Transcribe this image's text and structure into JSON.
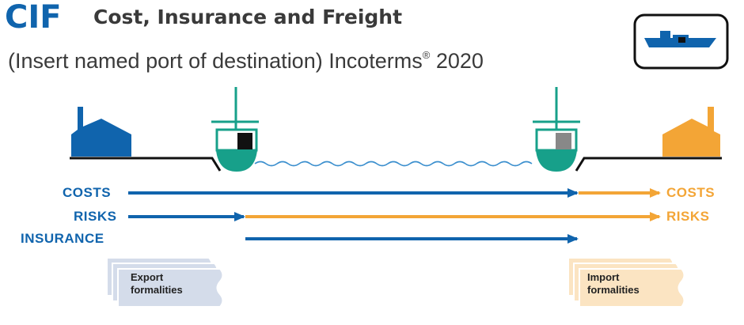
{
  "header": {
    "abbreviation": "CIF",
    "term_name": "Cost, Insurance and Freight",
    "subtitle": "(Insert named port of destination) Incoterms",
    "registered_mark": "®",
    "year": "2020"
  },
  "rows": {
    "costs": {
      "seller_label": "COSTS",
      "buyer_label": "COSTS"
    },
    "risks": {
      "seller_label": "RISKS",
      "buyer_label": "RISKS"
    },
    "insurance": {
      "seller_label": "INSURANCE"
    }
  },
  "documents": {
    "export": {
      "line1": "Export",
      "line2": "formalities"
    },
    "import": {
      "line1": "Import",
      "line2": "formalities"
    }
  },
  "colors": {
    "seller_blue": "#1064ad",
    "buyer_orange": "#f3a536",
    "ship_green": "#17a08a",
    "sea_blue": "#3b8fce",
    "export_doc": "#d4dcea",
    "import_doc": "#fbe4c2"
  },
  "icons": [
    "seller-factory-icon",
    "buyer-factory-icon",
    "ship-icon",
    "transport-mode-ship-icon",
    "document-stack-icon"
  ]
}
